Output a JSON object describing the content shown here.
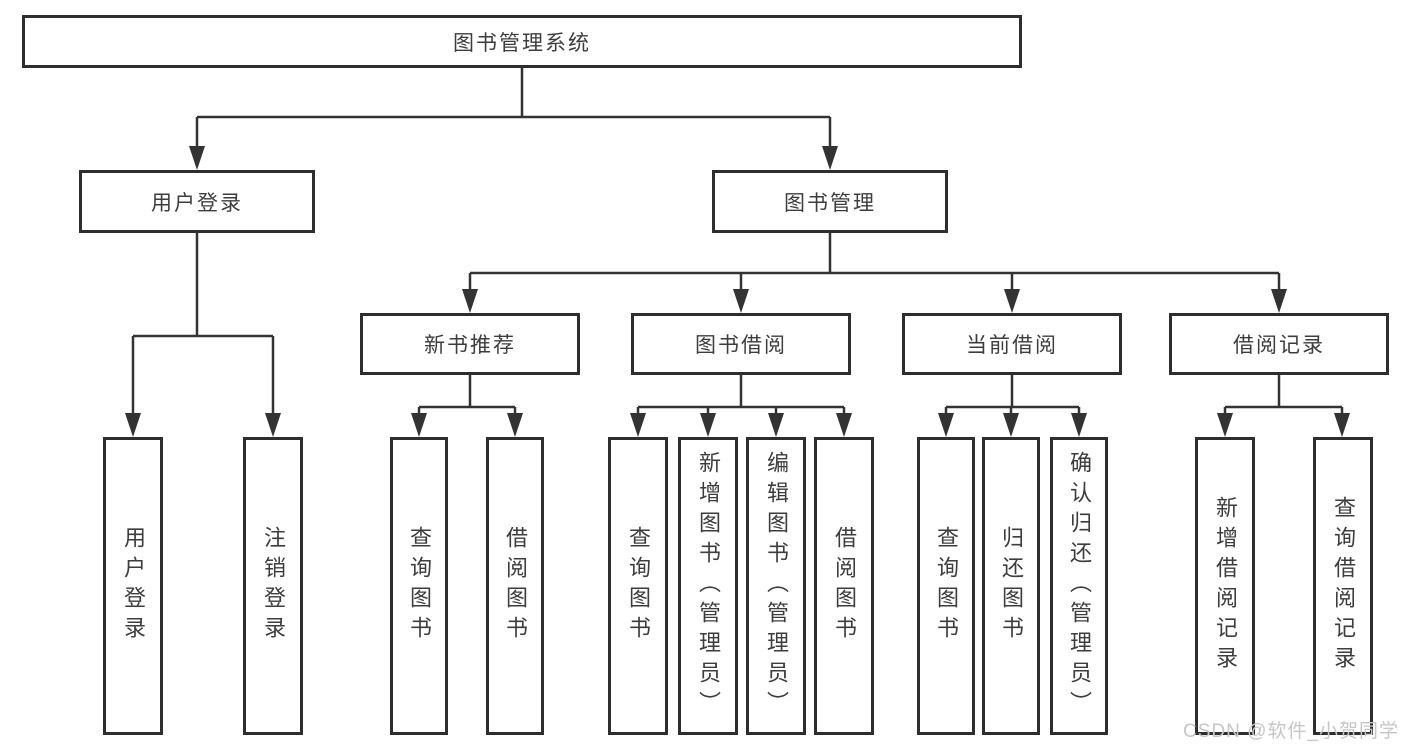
{
  "tree": {
    "label": "图书管理系统",
    "children": [
      {
        "label": "用户登录",
        "children": [
          {
            "label": "用户登录"
          },
          {
            "label": "注销登录"
          }
        ]
      },
      {
        "label": "图书管理",
        "children": [
          {
            "label": "新书推荐",
            "children": [
              {
                "label": "查询图书"
              },
              {
                "label": "借阅图书"
              }
            ]
          },
          {
            "label": "图书借阅",
            "children": [
              {
                "label": "查询图书"
              },
              {
                "label": "新增图书（管理员）"
              },
              {
                "label": "编辑图书（管理员）"
              },
              {
                "label": "借阅图书"
              }
            ]
          },
          {
            "label": "当前借阅",
            "children": [
              {
                "label": "查询图书"
              },
              {
                "label": "归还图书"
              },
              {
                "label": "确认归还（管理员）"
              }
            ]
          },
          {
            "label": "借阅记录",
            "children": [
              {
                "label": "新增借阅记录"
              },
              {
                "label": "查询借阅记录"
              }
            ]
          }
        ]
      }
    ]
  },
  "watermark": "CSDN @软件_小贺同学",
  "colors": {
    "line": "#333333",
    "box_border": "#2e2e2e",
    "text": "#3d3d3d",
    "background": "#ffffff",
    "watermark": "#c6c6c6"
  }
}
